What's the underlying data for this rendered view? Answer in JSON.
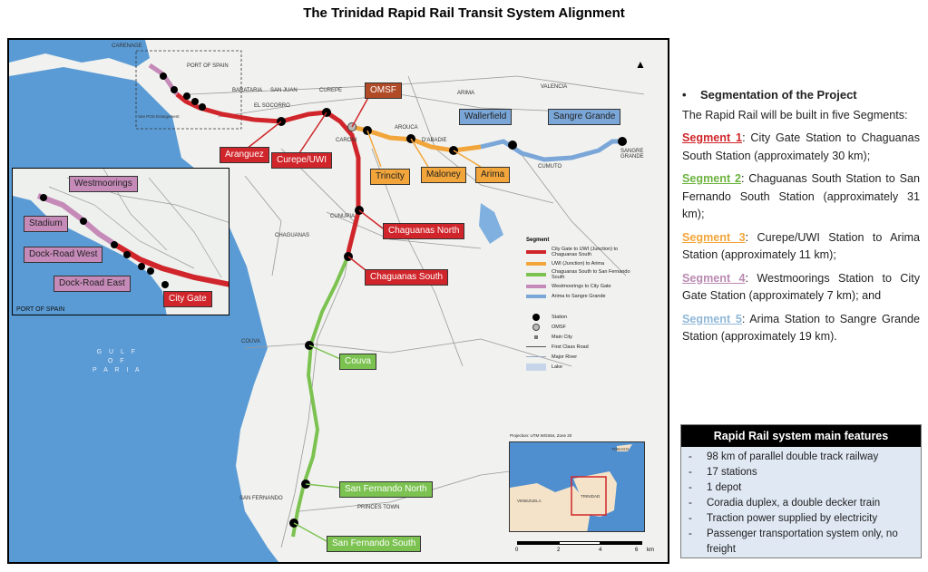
{
  "title": "The Trinidad Rapid Rail Transit System Alignment",
  "map": {
    "stations": {
      "westmoorings": "Westmoorings",
      "stadium": "Stadium",
      "dock_road_west": "Dock-Road West",
      "dock_road_east": "Dock-Road East",
      "city_gate": "City Gate",
      "aranguez": "Aranguez",
      "curepe_uwi": "Curepe/UWI",
      "omsf": "OMSF",
      "trincity": "Trincity",
      "maloney": "Maloney",
      "arima": "Arima",
      "wallerfield": "Wallerfield",
      "sangre_grande": "Sangre Grande",
      "chaguanas_north": "Chaguanas North",
      "chaguanas_south": "Chaguanas South",
      "couva": "Couva",
      "san_fernando_north": "San Fernando North",
      "san_fernando_south": "San Fernando South"
    },
    "towns": {
      "carenage": "CARENAGE",
      "port_of_spain": "PORT OF SPAIN",
      "barataria": "BARATARIA",
      "san_juan": "SAN JUAN",
      "curepe": "CUREPE",
      "arouca": "AROUCA",
      "arima": "ARIMA",
      "valencia": "VALENCIA",
      "el_socorro": "EL SOCORRO",
      "caroni": "CARONI",
      "d_abadie": "D'ABADIE",
      "cunupia": "CUNUPIA",
      "chaguanas": "CHAGUANAS",
      "couva": "COUVA",
      "san_fernando": "SAN FERNANDO",
      "princes_town": "PRINCES TOWN",
      "cumuto": "CUMUTO",
      "sangre_grande": "SANGRE GRANDE",
      "tobago": "TOBAGO",
      "venezuela": "VENEZUELA",
      "trinidad": "TRINIDAD"
    },
    "inset_note": "See POS Enlargement",
    "inset_caption": "PORT OF SPAIN",
    "gulf_label": [
      "G U L F",
      "O F",
      "P A R I A"
    ],
    "projection": "Projection: UTM WGS84, Zone 20",
    "scale_ticks": [
      "0",
      "2",
      "4",
      "6",
      "km"
    ],
    "legend": {
      "title": "Segment",
      "entries": [
        {
          "label": "City Gate to UWI (Junction) to Chaguanas South",
          "color": "#d0262b"
        },
        {
          "label": "UWI (Junction) to Arima",
          "color": "#f2a53a"
        },
        {
          "label": "Chaguanas South to San Fernando South",
          "color": "#7cc251"
        },
        {
          "label": "Westmoorings to City Gate",
          "color": "#c58ab8"
        },
        {
          "label": "Arima to Sangre Grande",
          "color": "#7aa6d8"
        }
      ],
      "symbols": [
        "Station",
        "OMSF",
        "Main City",
        "First Class Road",
        "Major River",
        "Lake"
      ]
    }
  },
  "panel": {
    "heading": "Segmentation of the Project",
    "intro": "The Rapid Rail will be built in five Segments:",
    "segments": [
      {
        "name": "Segment 1",
        "text": ": City Gate Station to Chaguanas South Station (approximately 30 km);",
        "color": "#d0262b"
      },
      {
        "name": "Segment 2",
        "text": ": Chaguanas South Station to San Fernando South Station (approximately 31 km);",
        "color": "#6db33f"
      },
      {
        "name": "Segment 3",
        "text": ": Curepe/UWI Station to Arima Station (approximately 11 km);",
        "color": "#f2a53a"
      },
      {
        "name": "Segment 4",
        "text": ": Westmoorings Station to City Gate Station (approximately 7 km); and",
        "color": "#b98ab1"
      },
      {
        "name": "Segment 5",
        "text": ": Arima Station to Sangre Grande Station (approximately 19 km).",
        "color": "#8fb8d8"
      }
    ]
  },
  "features": {
    "header": "Rapid Rail system main features",
    "items": [
      "98 km of parallel double track railway",
      "17 stations",
      "1 depot",
      "Coradia duplex, a double decker train",
      "Traction power supplied by electricity",
      "Passenger transportation system only, no freight"
    ]
  }
}
